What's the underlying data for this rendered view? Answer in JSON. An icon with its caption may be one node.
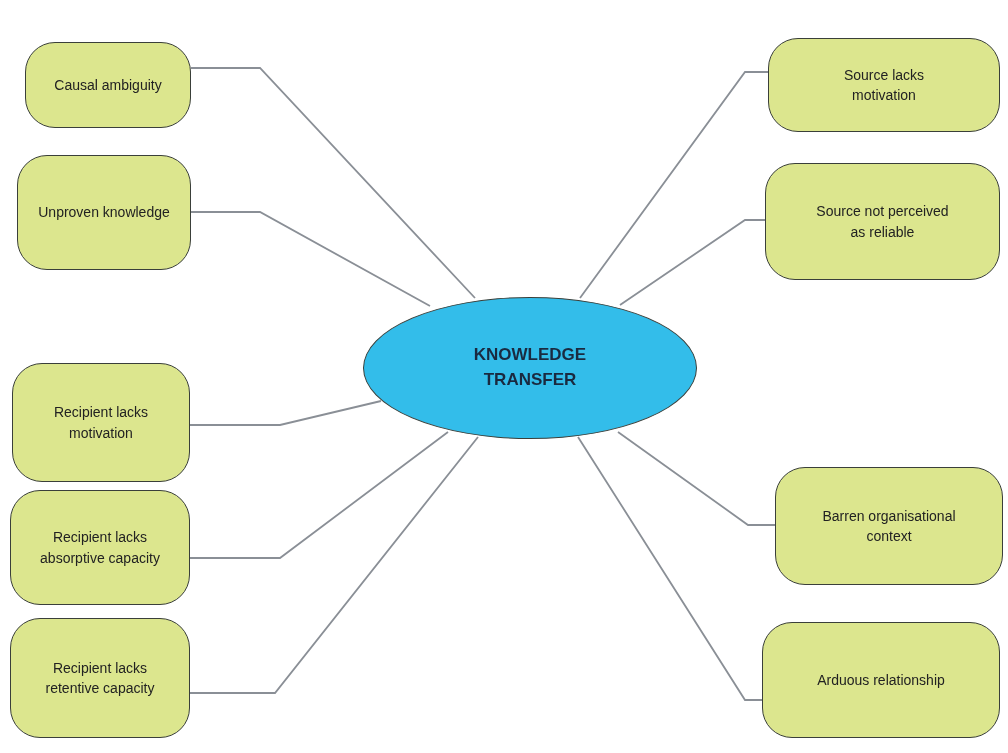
{
  "diagram": {
    "nodes": [
      {
        "text": [
          "KNOWLEDGE TRANSFER"
        ]
      },
      {
        "text": [
          "Causal ambiguity"
        ]
      },
      {
        "text": [
          "Unproven knowledge"
        ]
      },
      {
        "text": [
          "Recipient lacks motivation"
        ]
      },
      {
        "text": [
          "Recipient lacks absorptive capacity"
        ]
      },
      {
        "text": [
          "Recipient lacks retentive capacity"
        ]
      },
      {
        "text": [
          "Source lacks motivation"
        ]
      },
      {
        "text": [
          "Source not perceived as reliable"
        ]
      },
      {
        "text": [
          "Barren organisational context"
        ]
      },
      {
        "text": [
          "Arduous relationship"
        ]
      }
    ],
    "edges": [
      {
        "from": 0,
        "to": 1,
        "arrow": "none"
      },
      {
        "from": 0,
        "to": 2,
        "arrow": "none"
      },
      {
        "from": 0,
        "to": 3,
        "arrow": "none"
      },
      {
        "from": 0,
        "to": 4,
        "arrow": "none"
      },
      {
        "from": 0,
        "to": 5,
        "arrow": "none"
      },
      {
        "from": 0,
        "to": 6,
        "arrow": "none"
      },
      {
        "from": 0,
        "to": 7,
        "arrow": "none"
      },
      {
        "from": 0,
        "to": 8,
        "arrow": "none"
      },
      {
        "from": 0,
        "to": 9,
        "arrow": "none"
      }
    ]
  }
}
